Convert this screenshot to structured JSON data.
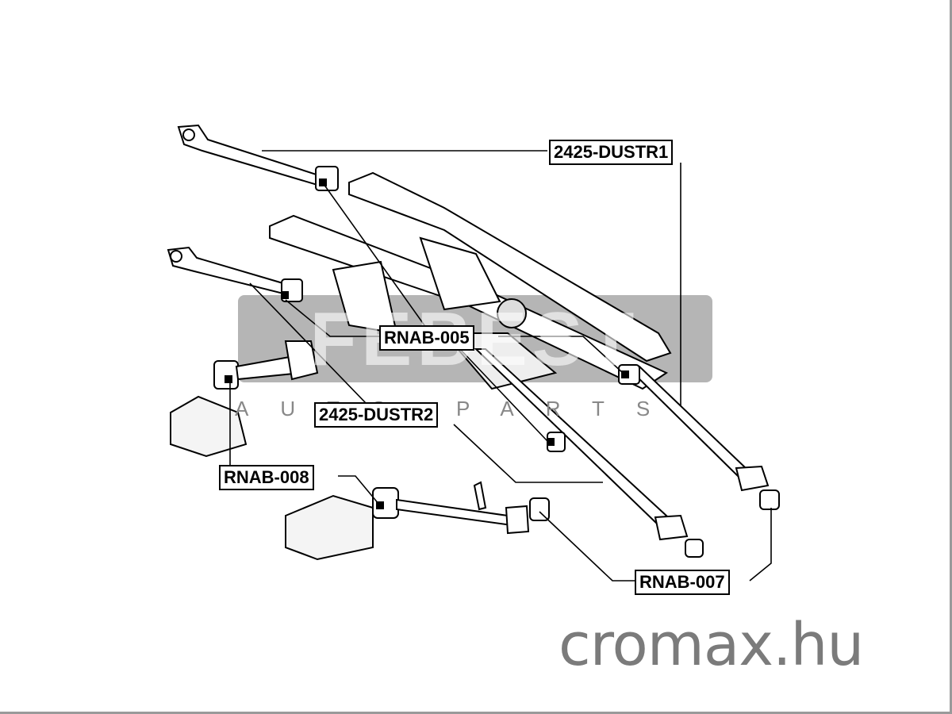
{
  "watermark": {
    "brand": "FEBEST",
    "subtitle": "AUTO PARTS"
  },
  "labels": {
    "dustr1": "2425-DUSTR1",
    "rnab005": "RNAB-005",
    "dustr2": "2425-DUSTR2",
    "rnab008": "RNAB-008",
    "rnab007": "RNAB-007"
  },
  "site": "cromax.hu"
}
